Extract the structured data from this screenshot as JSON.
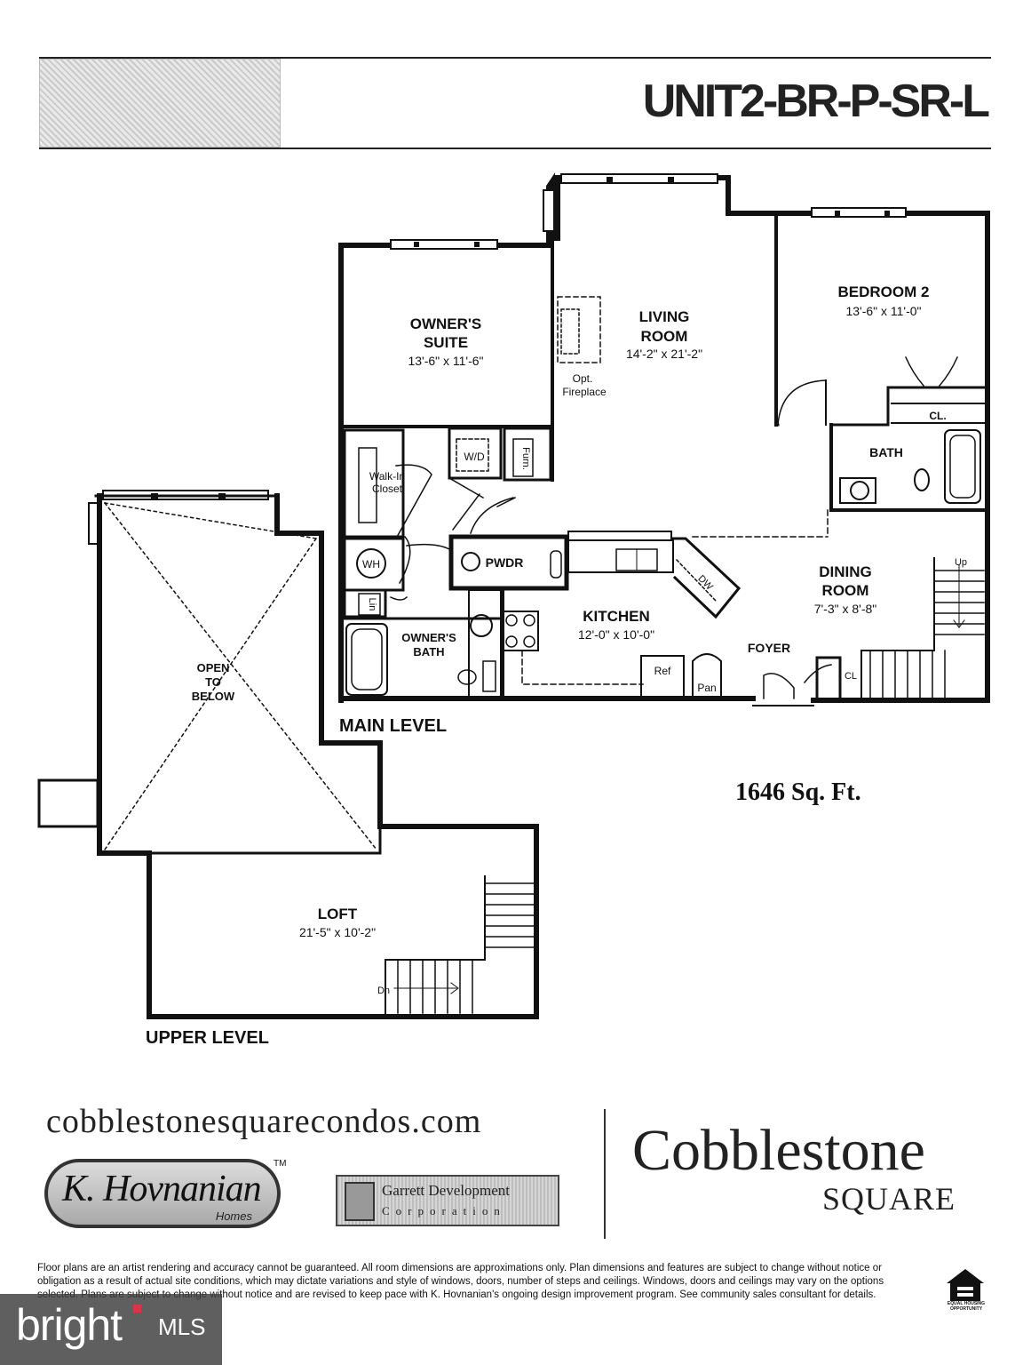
{
  "header": {
    "unit_code": "UNIT2-BR-P-SR-L"
  },
  "rooms": {
    "owners_suite": {
      "name1": "OWNER'S",
      "name2": "SUITE",
      "dims": "13'-6\" x 11'-6\""
    },
    "living_room": {
      "name1": "LIVING",
      "name2": "ROOM",
      "dims": "14'-2\" x 21'-2\""
    },
    "fireplace": {
      "line1": "Opt.",
      "line2": "Fireplace"
    },
    "bedroom2": {
      "name": "BEDROOM 2",
      "dims": "13'-6\" x 11'-0\""
    },
    "closet_b2": "CL.",
    "bath": "BATH",
    "walkin": {
      "line1": "Walk-In",
      "line2": "Closet"
    },
    "wd": "W/D",
    "furn": "Furn.",
    "wh": "WH",
    "lin": "Lin",
    "pwdr": "PWDR",
    "owners_bath": {
      "line1": "OWNER'S",
      "line2": "BATH"
    },
    "kitchen": {
      "name": "KITCHEN",
      "dims": "12'-0\" x 10'-0\""
    },
    "dw": "DW",
    "ref": "Ref",
    "pan": "Pan",
    "foyer": "FOYER",
    "cl_foyer": "CL",
    "dining": {
      "name1": "DINING",
      "name2": "ROOM",
      "dims": "7'-3\" x 8'-8\""
    },
    "up": "Up",
    "open_below": {
      "line1": "OPEN",
      "line2": "TO",
      "line3": "BELOW"
    },
    "loft": {
      "name": "LOFT",
      "dims": "21'-5\" x 10'-2\""
    },
    "dn": "Dn"
  },
  "levels": {
    "main": "MAIN LEVEL",
    "upper": "UPPER LEVEL"
  },
  "area": "1646 Sq. Ft.",
  "footer": {
    "website": "cobblestonesquarecondos.com",
    "kh_logo": "K. Hovnanian",
    "kh_sub": "Homes",
    "tm": "TM",
    "gd_name": "Garrett Development",
    "gd_corp": "Corporation",
    "brand": "Cobblestone",
    "brand_sub": "SQUARE",
    "disclaimer": "Floor plans are an artist rendering and accuracy cannot be guaranteed. All room dimensions are approximations only. Plan dimensions and features are subject to change without notice or obligation as a result of actual site conditions, which may dictate variations and style of windows, doors, number of steps and ceilings. Windows, doors and ceilings may vary on the options selected. Plans are subject to change without notice and are revised to keep pace with K. Hovnanian's ongoing design improvement program. See community sales consultant for details.",
    "eho": "EQUAL HOUSING OPPORTUNITY"
  },
  "watermark": {
    "brand": "bright",
    "mls": "MLS"
  }
}
